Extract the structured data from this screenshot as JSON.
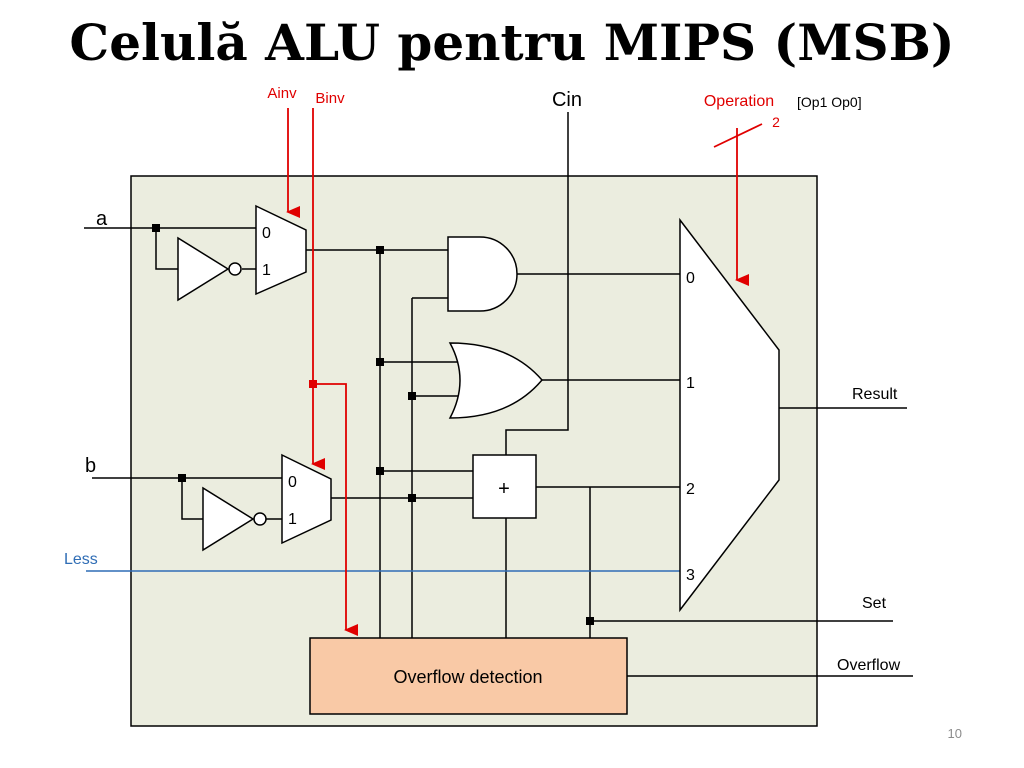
{
  "slide": {
    "title": "Celulă ALU pentru MIPS (MSB)",
    "page_number": "10"
  },
  "colors": {
    "background": "#ffffff",
    "cell_fill": "#ebeddf",
    "control": "#e00000",
    "less_line": "#2f6db5",
    "overflow_box": "#f9c9a6"
  },
  "labels": {
    "ainv": "Ainv",
    "binv": "Binv",
    "cin": "Cin",
    "operation": "Operation",
    "op_bits": "[Op1 Op0]",
    "bus_width": "2",
    "input_a": "a",
    "input_b": "b",
    "less": "Less",
    "result": "Result",
    "set": "Set",
    "overflow": "Overflow"
  },
  "mux_a": {
    "in0": "0",
    "in1": "1"
  },
  "mux_b": {
    "in0": "0",
    "in1": "1"
  },
  "adder": {
    "symbol": "+"
  },
  "result_mux": {
    "inputs": [
      "0",
      "1",
      "2",
      "3"
    ]
  },
  "overflow_detection": {
    "label": "Overflow detection"
  }
}
